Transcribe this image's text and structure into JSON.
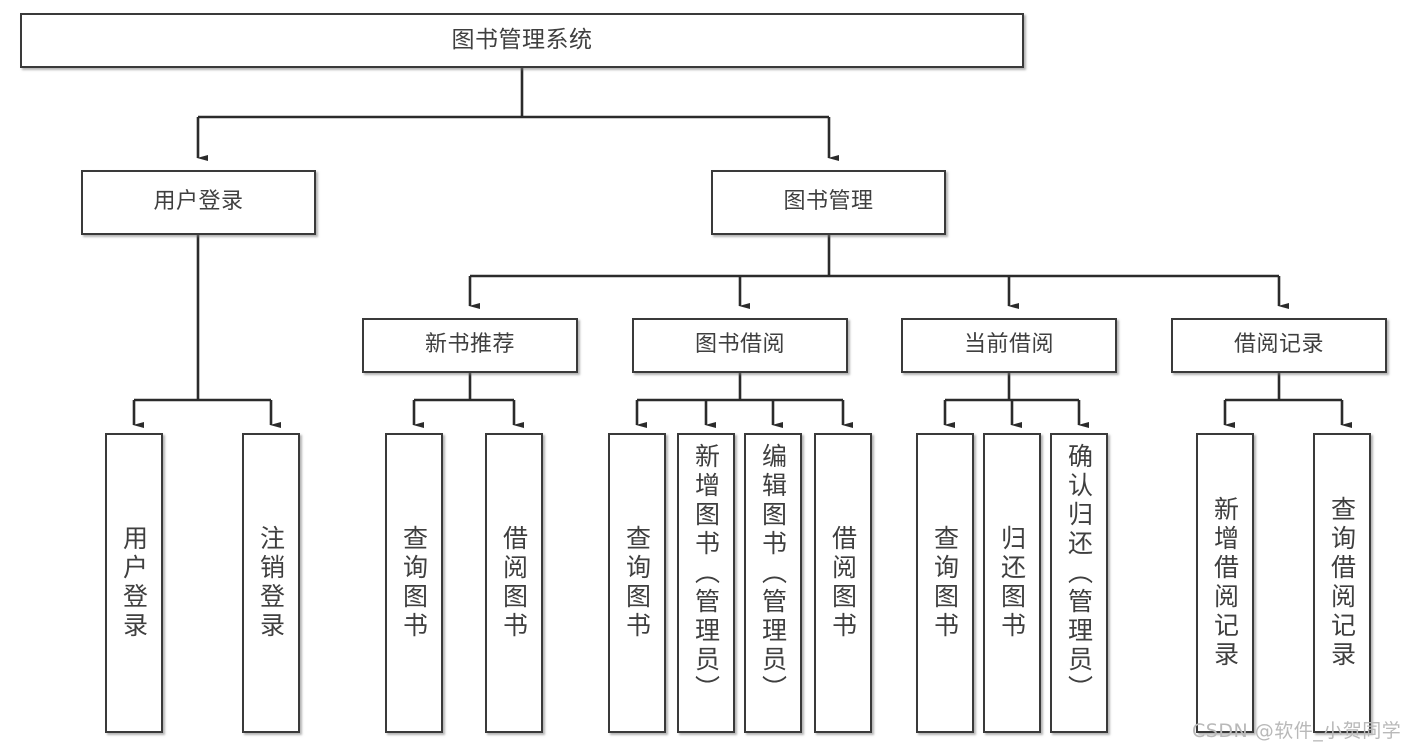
{
  "diagram": {
    "title": "图书管理系统",
    "type": "tree-hierarchy-diagram",
    "colors": {
      "box_border": "#3a3a3a",
      "box_fill": "#ffffff",
      "text": "#3f3f3f",
      "edge": "#2b2b2b",
      "watermark": "#b9b9b9",
      "background": "#ffffff"
    }
  },
  "root": {
    "label": "图书管理系统"
  },
  "level2": [
    {
      "label": "用户登录"
    },
    {
      "label": "图书管理"
    }
  ],
  "level3": [
    {
      "label": "新书推荐"
    },
    {
      "label": "图书借阅"
    },
    {
      "label": "当前借阅"
    },
    {
      "label": "借阅记录"
    }
  ],
  "leaves": {
    "user_login": [
      {
        "label": "用户登录"
      },
      {
        "label": "注销登录"
      }
    ],
    "new_book_recommend": [
      {
        "label": "查询图书"
      },
      {
        "label": "借阅图书"
      }
    ],
    "book_borrow": [
      {
        "label": "查询图书"
      },
      {
        "label": "新增图书（管理员）"
      },
      {
        "label": "编辑图书（管理员）"
      },
      {
        "label": "借阅图书"
      }
    ],
    "current_borrow": [
      {
        "label": "查询图书"
      },
      {
        "label": "归还图书"
      },
      {
        "label": "确认归还（管理员）"
      }
    ],
    "borrow_record": [
      {
        "label": "新增借阅记录"
      },
      {
        "label": "查询借阅记录"
      }
    ]
  },
  "watermark": {
    "text": "CSDN @软件_小贺同学"
  }
}
